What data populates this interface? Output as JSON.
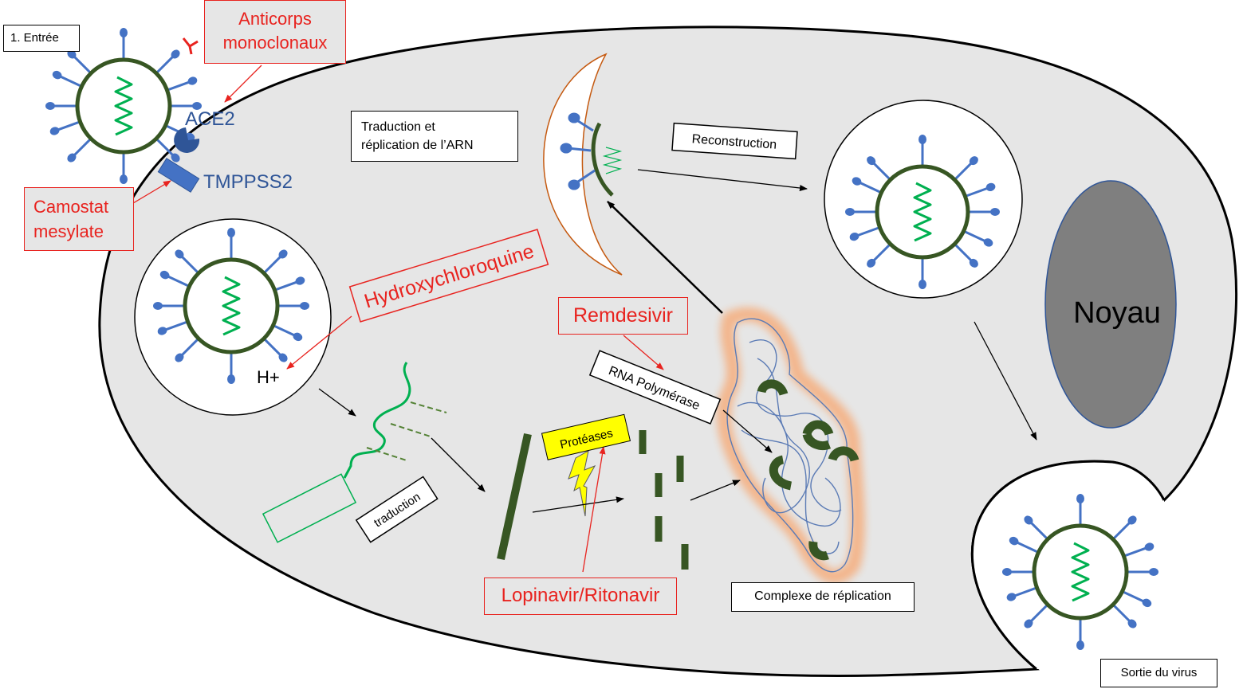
{
  "labels": {
    "entree": "1. Entrée",
    "ace2": "ACE2",
    "tmprss2": "TMPPSS2",
    "h_plus": "H+",
    "traduction_replication_line1": "Traduction et",
    "traduction_replication_line2": "réplication de l’ARN",
    "reconstruction": "Reconstruction",
    "noyau": "Noyau",
    "rna_polymerase": "RNA Polymérase",
    "proteases": "Protéases",
    "traduction": "traduction",
    "complexe_replication": "Complexe de réplication",
    "sortie_virus": "Sortie du virus"
  },
  "drugs": {
    "anticorps_line1": "Anticorps",
    "anticorps_line2": "monoclonaux",
    "camostat_line1": "Camostat",
    "camostat_line2": "mesylate",
    "hydroxychloroquine": "Hydroxychloroquine",
    "remdesivir": "Remdesivir",
    "lopinavir": "Lopinavir/Ritonavir"
  },
  "colors": {
    "cell_fill": "#e6e6e6",
    "drug_red": "#e8231f",
    "virus_membrane": "#375623",
    "virus_rna": "#00b050",
    "spike_blue": "#4472c4",
    "receptor_blue": "#2f5597",
    "nucleus_gray": "#7f7f7f",
    "protease_yellow": "#ffff00"
  }
}
